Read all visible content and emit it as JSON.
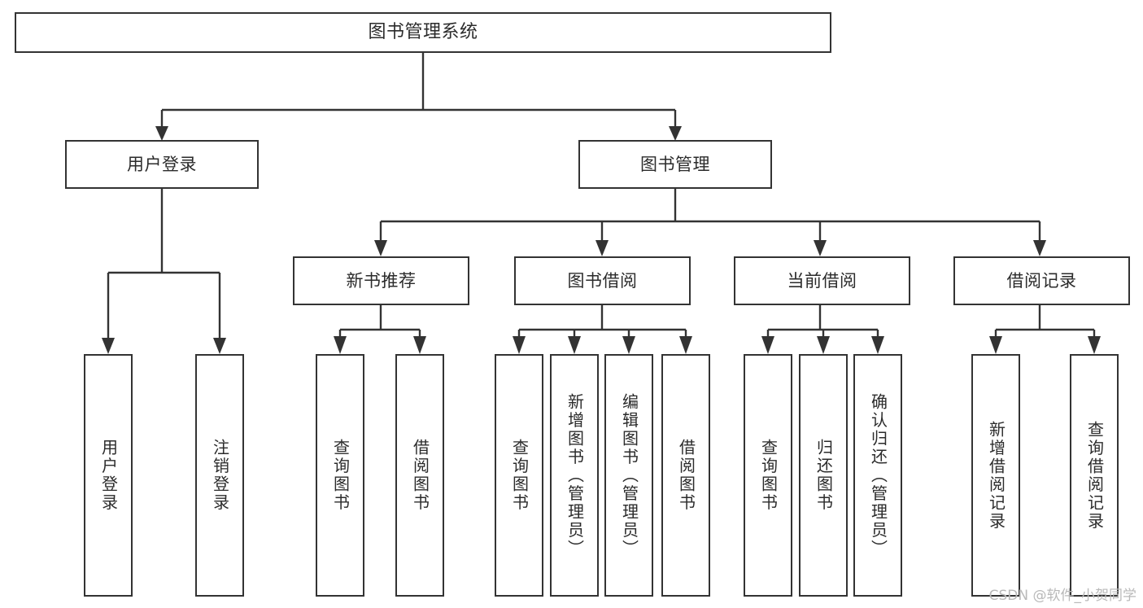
{
  "diagram": {
    "title": "图书管理系统",
    "type": "hierarchy-tree",
    "root": {
      "id": "root",
      "label": "图书管理系统"
    },
    "level1": [
      {
        "id": "user-login",
        "label": "用户登录"
      },
      {
        "id": "book-manage",
        "label": "图书管理"
      }
    ],
    "level2": [
      {
        "id": "new-book-rec",
        "label": "新书推荐",
        "parent": "book-manage"
      },
      {
        "id": "book-borrow",
        "label": "图书借阅",
        "parent": "book-manage"
      },
      {
        "id": "current-borrow",
        "label": "当前借阅",
        "parent": "book-manage"
      },
      {
        "id": "borrow-record",
        "label": "借阅记录",
        "parent": "book-manage"
      }
    ],
    "leaves": {
      "user_login": [
        {
          "id": "leaf-user-login",
          "label": "用户登录"
        },
        {
          "id": "leaf-logout",
          "label": "注销登录"
        }
      ],
      "new_book_rec": [
        {
          "id": "leaf-query-book-1",
          "label": "查询图书"
        },
        {
          "id": "leaf-borrow-book-1",
          "label": "借阅图书"
        }
      ],
      "book_borrow": [
        {
          "id": "leaf-query-book-2",
          "label": "查询图书"
        },
        {
          "id": "leaf-add-book",
          "label": "新增图书（管理员）"
        },
        {
          "id": "leaf-edit-book",
          "label": "编辑图书（管理员）"
        },
        {
          "id": "leaf-borrow-book-2",
          "label": "借阅图书"
        }
      ],
      "current_borrow": [
        {
          "id": "leaf-query-book-3",
          "label": "查询图书"
        },
        {
          "id": "leaf-return-book",
          "label": "归还图书"
        },
        {
          "id": "leaf-confirm-return",
          "label": "确认归还（管理员）"
        }
      ],
      "borrow_record": [
        {
          "id": "leaf-add-record",
          "label": "新增借阅记录"
        },
        {
          "id": "leaf-query-record",
          "label": "查询借阅记录"
        }
      ]
    },
    "colors": {
      "background": "#ffffff",
      "box_fill": "#ffffff",
      "box_stroke": "#333333",
      "text": "#2b2b2b",
      "watermark": "#b9b9b9"
    }
  },
  "watermark": {
    "text": "CSDN @软件_小贺同学"
  }
}
